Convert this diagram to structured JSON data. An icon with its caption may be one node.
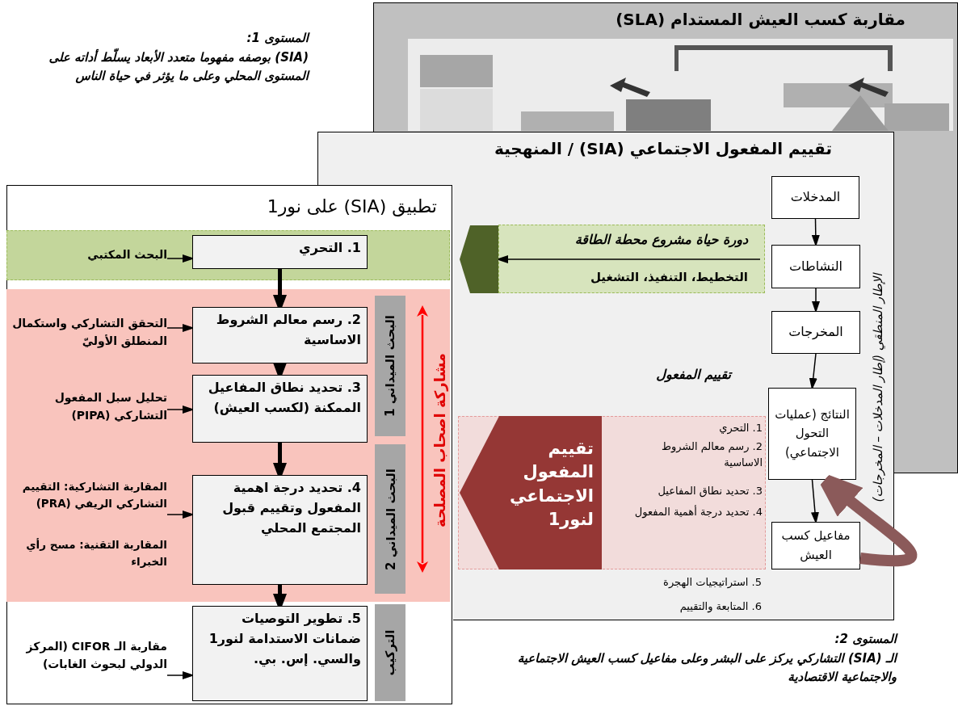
{
  "diagram": {
    "nodes": [
      {
        "text": [
          "مقاربة كسب العيش المستدام (SLA)"
        ]
      },
      {
        "text": [
          "تقييم المفعول الاجتماعي (SIA) / المنهجية"
        ]
      },
      {
        "text": [
          "المدخلات"
        ],
        "in": 1
      },
      {
        "text": [
          "النشاطات"
        ],
        "in": 1
      },
      {
        "text": [
          "المخرجات"
        ],
        "in": 1
      },
      {
        "text": [
          "النتائج (عمليات التحول الاجتماعي)"
        ],
        "in": 1
      },
      {
        "text": [
          "مفاعيل كسب العيش"
        ],
        "in": 1
      },
      {
        "text": [
          "دورة حياة مشروع محطة الطاقة",
          "التخطيط، التنفيذ، التشغيل"
        ],
        "in": 1
      },
      {
        "text": [],
        "shape": "pentagon",
        "in": 1
      },
      {
        "text": [
          "1. التحري",
          "2. رسم معالم الشروط الاساسية",
          "3. تحديد نطاق المفاعيل",
          "4. تحديد درجة أهمية المفعول"
        ],
        "in": 1
      },
      {
        "text": [
          "تقييم المفعول الاجتماعي لنور1"
        ],
        "in": 9
      },
      {
        "text": [
          "تطبيق (SIA) على نور1"
        ]
      },
      {
        "text": [],
        "shape": "band",
        "in": 11
      },
      {
        "text": [
          "1. التحري"
        ],
        "in": 12
      },
      {
        "text": [
          "البحث المكتبي"
        ],
        "in": 12
      },
      {
        "text": [],
        "shape": "band",
        "in": 11
      },
      {
        "text": [
          "2. رسم معالم الشروط الاساسية"
        ],
        "in": 15
      },
      {
        "text": [
          "التحقق التشاركي واستكمال المنطلق الأوليّ"
        ],
        "in": 15
      },
      {
        "text": [
          "3. تحديد نطاق المفاعيل الممكنة (لكسب العيش)"
        ],
        "in": 15
      },
      {
        "text": [
          "تحليل سبل المفعول التشاركي (PIPA)"
        ],
        "in": 15
      },
      {
        "text": [
          "4. تحديد درجة اهمية المفعول وتقييم قبول المجتمع المحلي"
        ],
        "in": 15
      },
      {
        "text": [
          "المقاربة التشاركية: التقييم التشاركي الريفي (PRA)"
        ],
        "in": 15
      },
      {
        "text": [
          "المقاربة التقنية: مسح رأي الخبراء"
        ],
        "in": 15
      },
      {
        "text": [
          "البحث الميداني 1"
        ],
        "in": 15
      },
      {
        "text": [
          "البحث الميداني 2"
        ],
        "in": 15
      },
      {
        "text": [
          "5. تطوير التوصيات ضمانات الاستدامة لنور1 والسي. إس. بي."
        ],
        "in": 11
      },
      {
        "text": [
          "مقاربة الـ CIFOR (المركز الدولي لبحوث الغابات)"
        ],
        "in": 11
      },
      {
        "text": [
          "التركيب"
        ],
        "in": 11
      }
    ],
    "edges": [
      {
        "from": 2,
        "to": 3,
        "arrow": "to"
      },
      {
        "from": 3,
        "to": 4,
        "arrow": "to"
      },
      {
        "from": 4,
        "to": 5,
        "arrow": "to"
      },
      {
        "from": 5,
        "to": 6,
        "arrow": "to"
      },
      {
        "from": 6,
        "to": 5,
        "arrow": "to",
        "style": "thick",
        "color": "#8b5a5a"
      },
      {
        "from": 7,
        "to": 8,
        "arrow": "to"
      },
      {
        "from": 14,
        "to": 13,
        "arrow": "to"
      },
      {
        "from": 13,
        "to": 16,
        "arrow": "to",
        "style": "thick"
      },
      {
        "from": 16,
        "to": 18,
        "arrow": "to",
        "style": "thick"
      },
      {
        "from": 18,
        "to": 20,
        "arrow": "to",
        "style": "thick"
      },
      {
        "from": 20,
        "to": 25,
        "arrow": "to",
        "style": "thick"
      },
      {
        "from": 17,
        "to": 16,
        "arrow": "to"
      },
      {
        "from": 19,
        "to": 18,
        "arrow": "to"
      },
      {
        "from": 21,
        "to": 20,
        "arrow": "to"
      },
      {
        "from": 26,
        "to": 25,
        "arrow": "to"
      }
    ],
    "labels": [
      "المستوى 1:",
      "(SIA) بوصفه مفهوما متعدد الأبعاد يسلّط أداته على المستوى المحلي وعلى ما يؤثر في حياة الناس",
      "تقييم المفعول",
      "5. استراتيجيات الهجرة",
      "6. المتابعة والتقييم",
      "الإطار المنطقي (إطار المدخلات – المخرجات)",
      "مشاركة اصحاب المصلحة",
      "المستوى 2:",
      "الـ (SIA) التشاركي يركز على البشر وعلى مفاعيل كسب العيش الاجتماعية والاجتماعية الاقتصادية"
    ]
  }
}
